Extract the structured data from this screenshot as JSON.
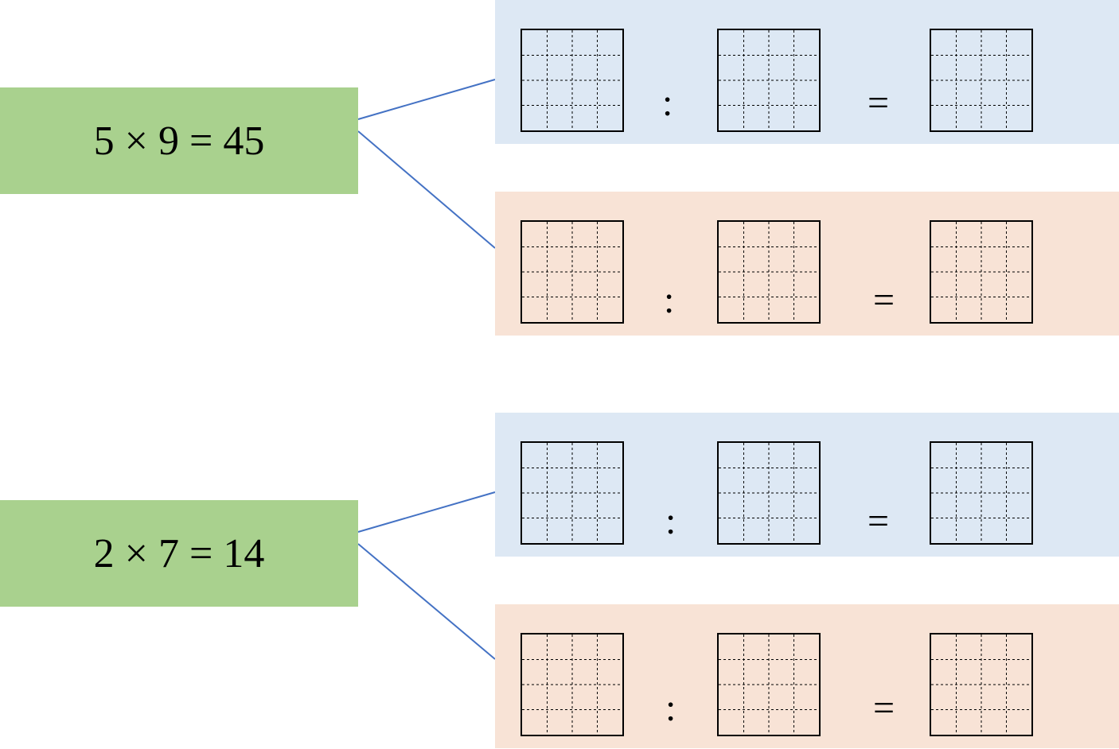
{
  "equations": [
    {
      "label": "5 × 9 = 45",
      "rows": [
        {
          "band_color": "blue",
          "colon": ":",
          "equals": "="
        },
        {
          "band_color": "peach",
          "colon": ":",
          "equals": "="
        }
      ]
    },
    {
      "label": "2 × 7 = 14",
      "rows": [
        {
          "band_color": "blue",
          "colon": ":",
          "equals": "="
        },
        {
          "band_color": "peach",
          "colon": ":",
          "equals": "="
        }
      ]
    }
  ],
  "colors": {
    "equation_box": "#a9d18e",
    "blue_band": "#dde8f4",
    "peach_band": "#f8e3d6",
    "connector": "#4472c4"
  }
}
